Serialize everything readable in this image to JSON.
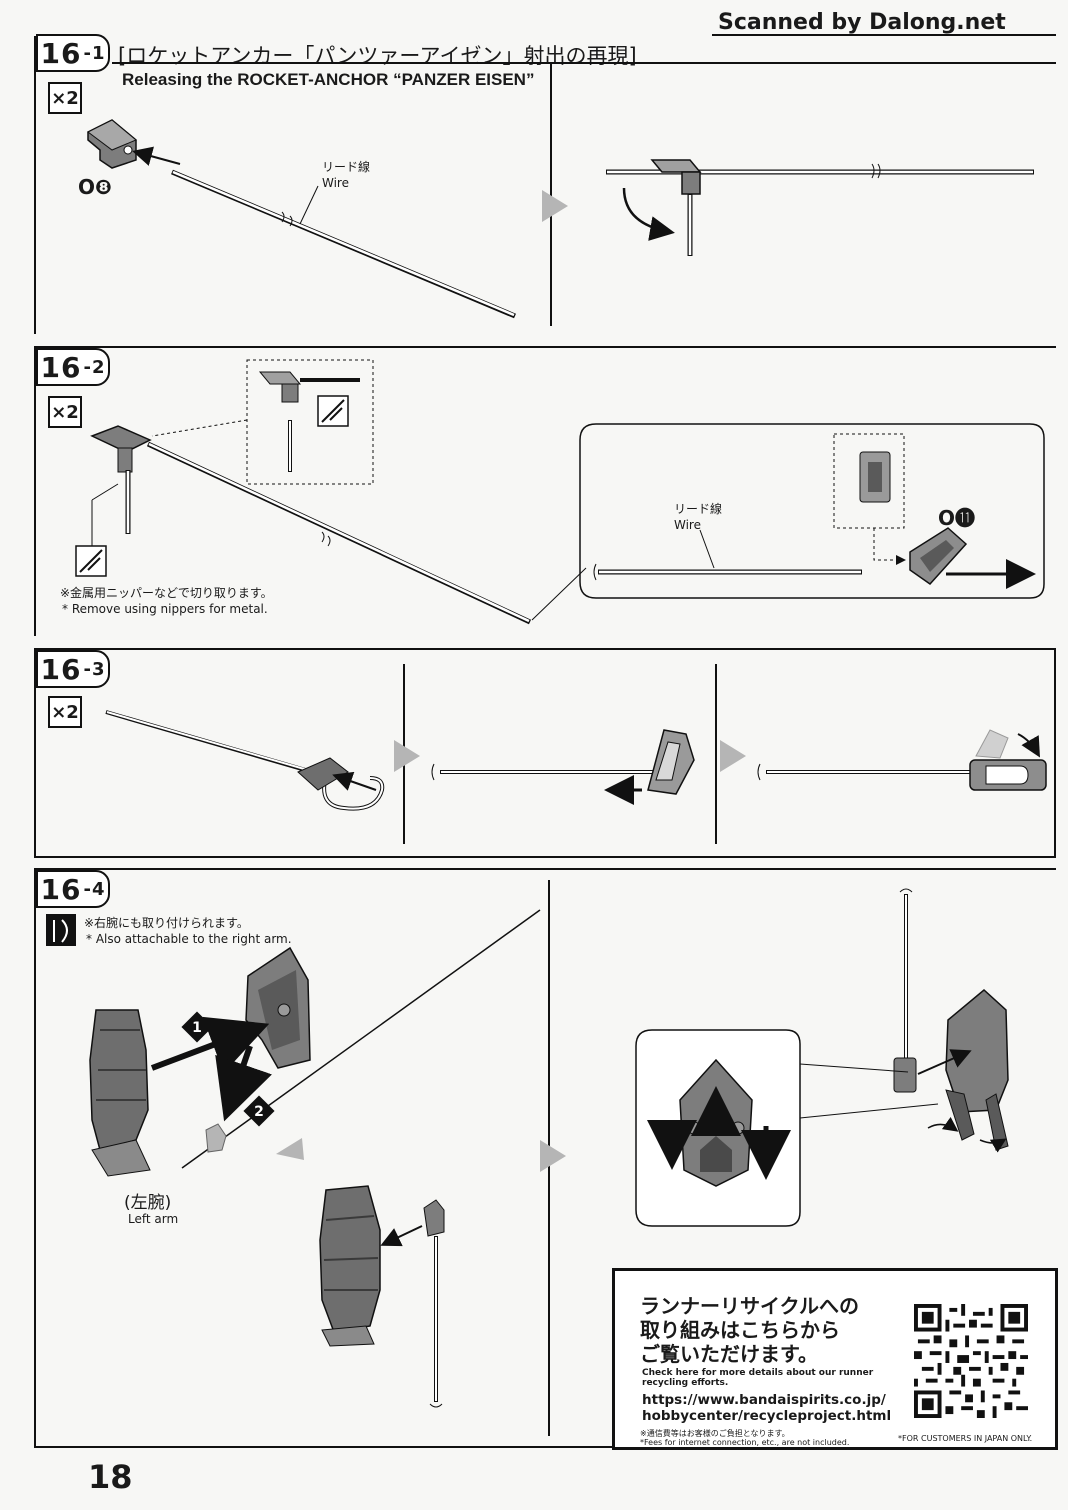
{
  "watermark": "Scanned by Dalong.net",
  "page_number": "18",
  "steps": {
    "s1": {
      "badge": "16",
      "badge_sub": "-1",
      "title_jp": "[ロケットアンカー「パンツァーアイゼン」射出の再現]",
      "title_en": "Releasing the ROCKET-ANCHOR “PANZER EISEN”",
      "qty": "×2",
      "part_id": "O❽",
      "wire_jp": "リード線",
      "wire_en": "Wire"
    },
    "s2": {
      "badge": "16",
      "badge_sub": "-2",
      "qty": "×2",
      "note_jp": "※金属用ニッパーなどで切り取ります。",
      "note_en": "* Remove using nippers for metal.",
      "wire_jp": "リード線",
      "wire_en": "Wire",
      "part_id": "O⓫"
    },
    "s3": {
      "badge": "16",
      "badge_sub": "-3",
      "qty": "×2"
    },
    "s4": {
      "badge": "16",
      "badge_sub": "-4",
      "note_jp": "※右腕にも取り付けられます。",
      "note_en": "* Also attachable to the right arm.",
      "left_arm_jp": "(左腕)",
      "left_arm_en": "Left arm",
      "arrow1": "1",
      "arrow2": "2"
    }
  },
  "recycle": {
    "heading_jp": "ランナーリサイクルへの取り組みはこちらからご覧いただけます。",
    "heading_line1": "ランナーリサイクルへの",
    "heading_line2": "取り組みはこちらから",
    "heading_line3": "ご覧いただけます。",
    "desc_en": "Check here for more details about our runner recycling efforts.",
    "url_line1": "https://www.bandaispirits.co.jp/",
    "url_line2": "hobbycenter/recycleproject.html",
    "fee_jp": "※通信費等はお客様のご負担となります。",
    "fee_en": "*Fees for internet connection, etc., are not included.",
    "japan_only": "*FOR CUSTOMERS IN JAPAN ONLY."
  },
  "colors": {
    "part_gray": "#7d7d7d",
    "part_dark": "#4a4a4a",
    "arrow_gray": "#b5b5b5",
    "ink": "#111111"
  }
}
